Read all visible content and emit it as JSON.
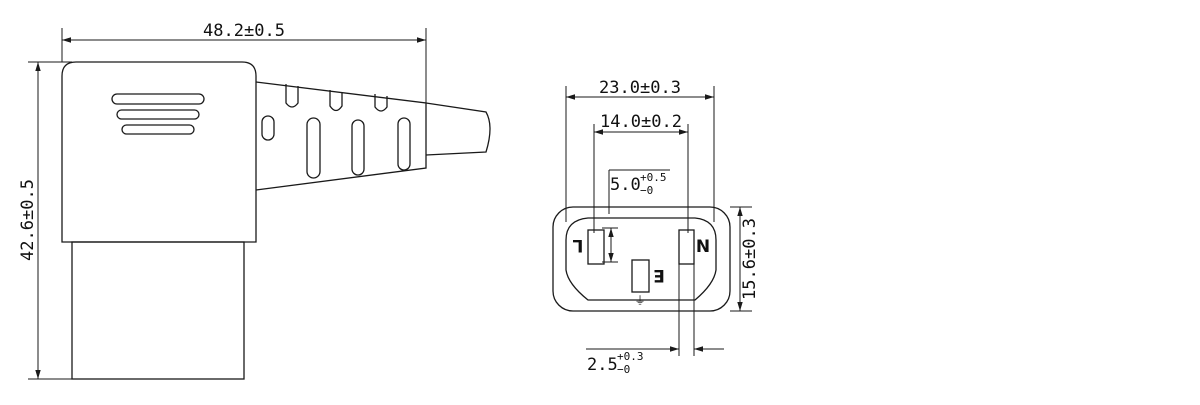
{
  "side_view": {
    "width_dim": "48.2±0.5",
    "height_dim": "42.6±0.5"
  },
  "front_view": {
    "outer_width_dim": "23.0±0.3",
    "pin_span_dim": "14.0±0.2",
    "pin_length_dim": {
      "base": "5.0",
      "tol_upper": "+0.5",
      "tol_lower": "−0"
    },
    "height_dim": "15.6±0.3",
    "pin_width_dim": {
      "base": "2.5",
      "tol_upper": "+0.3",
      "tol_lower": "−0"
    },
    "pin_labels": {
      "line": "L",
      "neutral": "N",
      "earth": "E"
    },
    "earth_symbol": "⏚"
  },
  "colors": {
    "line": "#1a1a1a",
    "background": "#ffffff"
  }
}
